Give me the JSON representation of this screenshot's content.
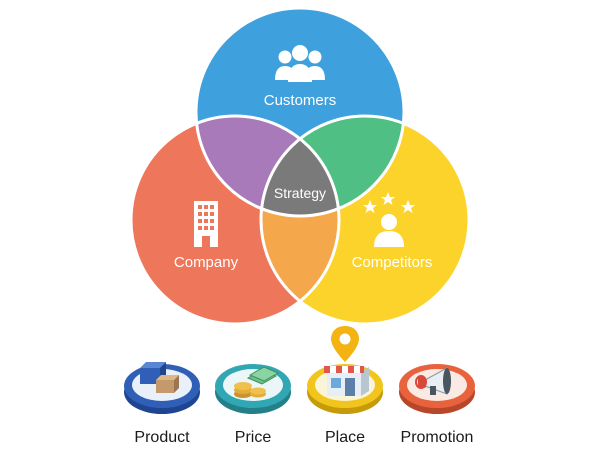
{
  "venn": {
    "customers": {
      "label": "Customers",
      "icon": "people-icon",
      "color": "#3ea0dd"
    },
    "company": {
      "label": "Company",
      "icon": "building-icon",
      "color": "#ee765a"
    },
    "competitors": {
      "label": "Competitors",
      "icon": "person-stars-icon",
      "color": "#fcd32b"
    },
    "center": {
      "label": "Strategy",
      "color": "#7a7a7a"
    },
    "overlap_colors": {
      "customers_company": "#a97ab9",
      "customers_competitors": "#4fbf83",
      "company_competitors": "#f5a74c"
    }
  },
  "marketing_mix": [
    {
      "label": "Product",
      "icon": "product-boxes-icon",
      "ring_color": "#2f5fb7"
    },
    {
      "label": "Price",
      "icon": "coins-money-icon",
      "ring_color": "#31a7b3"
    },
    {
      "label": "Place",
      "icon": "store-location-icon",
      "ring_color": "#f1c51b"
    },
    {
      "label": "Promotion",
      "icon": "megaphone-icon",
      "ring_color": "#e8633d"
    }
  ]
}
